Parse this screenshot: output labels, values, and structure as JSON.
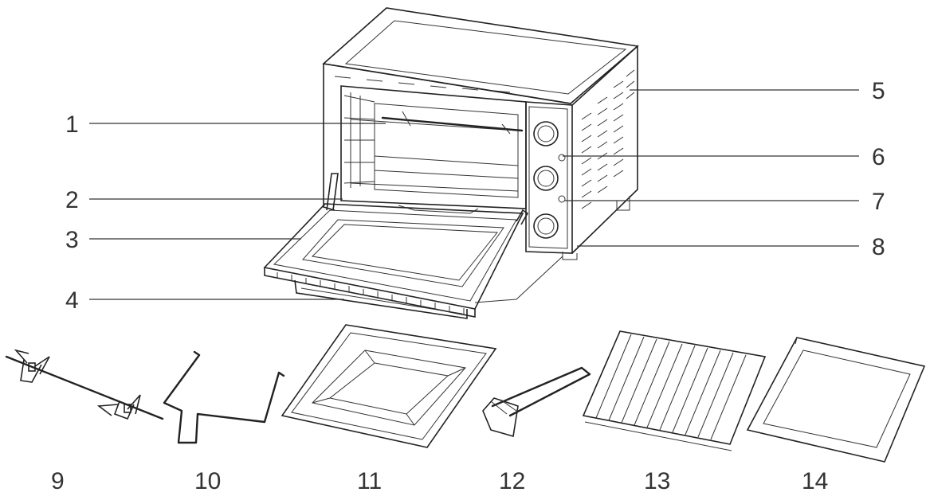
{
  "labels": {
    "l1": "1",
    "l2": "2",
    "l3": "3",
    "l4": "4",
    "l5": "5",
    "l6": "6",
    "l7": "7",
    "l8": "8",
    "l9": "9",
    "l10": "10",
    "l11": "11",
    "l12": "12",
    "l13": "13",
    "l14": "14"
  },
  "colors": {
    "line": "#222222",
    "label": "#333333",
    "background": "#ffffff"
  }
}
